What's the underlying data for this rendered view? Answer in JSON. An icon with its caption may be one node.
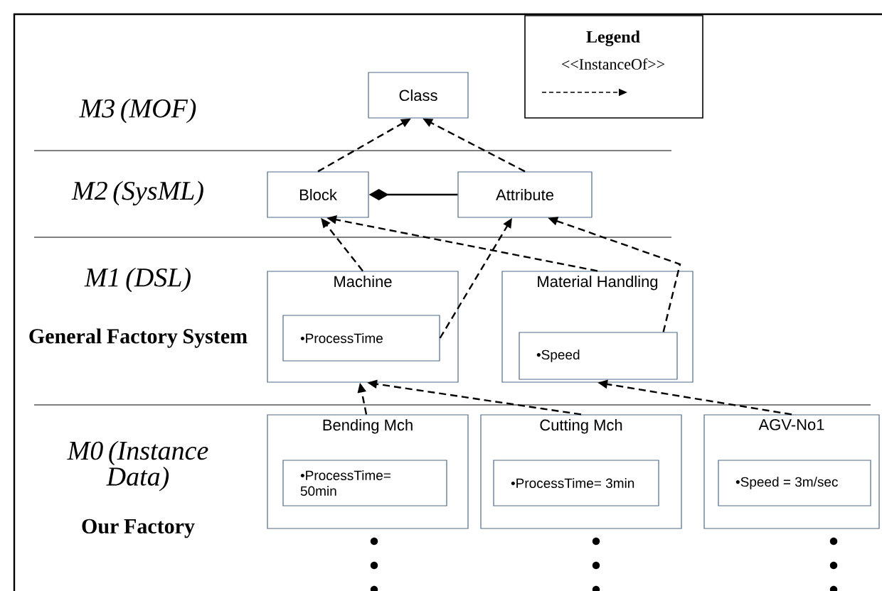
{
  "diagram": {
    "nodes": [
      {
        "text": [
          "Class"
        ]
      },
      {
        "text": [
          "Block"
        ]
      },
      {
        "text": [
          "Attribute"
        ]
      },
      {
        "text": [
          "Machine"
        ]
      },
      {
        "text": [
          "•ProcessTime"
        ],
        "in": 3
      },
      {
        "text": [
          "Material Handling"
        ]
      },
      {
        "text": [
          "•Speed"
        ],
        "in": 5
      },
      {
        "text": [
          "Bending Mch"
        ]
      },
      {
        "text": [
          "•ProcessTime= 50min"
        ],
        "in": 7
      },
      {
        "text": [
          "Cutting Mch"
        ]
      },
      {
        "text": [
          "•ProcessTime= 3min"
        ],
        "in": 9
      },
      {
        "text": [
          "AGV-No1"
        ]
      },
      {
        "text": [
          "•Speed = 3m/sec"
        ],
        "in": 11
      }
    ],
    "edges": [
      {
        "from": 1,
        "to": 0,
        "arrow": "to",
        "style": "dashed"
      },
      {
        "from": 2,
        "to": 0,
        "arrow": "to",
        "style": "dashed"
      },
      {
        "from": 2,
        "to": 1,
        "arrow": "other"
      },
      {
        "from": 3,
        "to": 1,
        "arrow": "to",
        "style": "dashed"
      },
      {
        "from": 5,
        "to": 1,
        "arrow": "to",
        "style": "dashed"
      },
      {
        "from": 6,
        "to": 2,
        "arrow": "to",
        "style": "dashed"
      },
      {
        "from": 4,
        "to": 2,
        "arrow": "to",
        "style": "dashed"
      },
      {
        "from": 7,
        "to": 3,
        "arrow": "to",
        "style": "dashed"
      },
      {
        "from": 9,
        "to": 3,
        "arrow": "to",
        "style": "dashed"
      },
      {
        "from": 11,
        "to": 5,
        "arrow": "to",
        "style": "dashed"
      }
    ],
    "labels": [
      "Legend",
      "M3 (MOF)",
      "M2 (SysML)",
      "M1 (DSL)",
      "General Factory System",
      "M0 (Instance Data)",
      "Our Factory"
    ],
    "legend": [
      {
        "text": "<<InstanceOf>>"
      }
    ]
  }
}
